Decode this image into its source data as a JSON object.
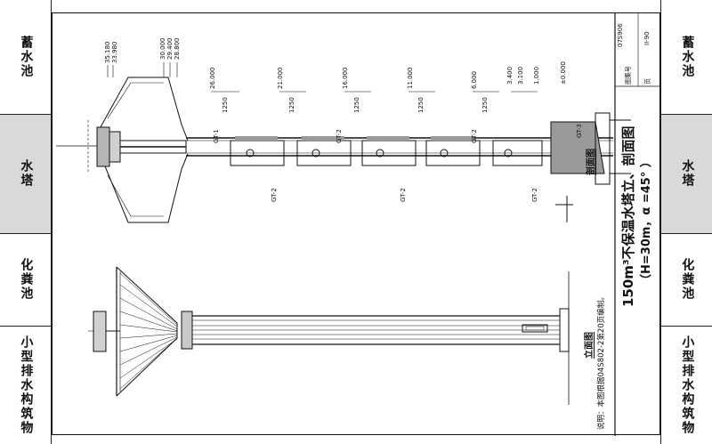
{
  "side_tabs": {
    "left": [
      {
        "label": "蓄水池",
        "active": false
      },
      {
        "label": "水塔",
        "active": true
      },
      {
        "label": "化粪池",
        "active": false
      },
      {
        "label": "小型排水构筑物",
        "active": false
      }
    ],
    "right": [
      {
        "label": "蓄水池",
        "active": false
      },
      {
        "label": "水塔",
        "active": true
      },
      {
        "label": "化粪池",
        "active": false
      },
      {
        "label": "小型排水构筑物",
        "active": false
      }
    ]
  },
  "drawing": {
    "title_line1": "150m³不保温水塔立、剖面图",
    "title_line2": "（H=30m，α =45° ）",
    "section_caption": "剖面图",
    "elevation_caption": "立面图",
    "note": "说明：本图根据04S802-2第20页编制。",
    "title_block": {
      "atlas_label": "图集号",
      "atlas_no": "07S906",
      "page_label": "页",
      "page_no": "II-90"
    },
    "elevations_top": [
      "35.180",
      "33.980",
      "30.000",
      "29.400",
      "28.800"
    ],
    "elevations_mid": [
      "26.000",
      "21.000",
      "16.000",
      "11.000",
      "6.000",
      "3.400",
      "3.100",
      "1.000",
      "±0.000"
    ],
    "spacing_dim": "1250",
    "beam_labels": {
      "upper": [
        "GT-1",
        "GT-2",
        "GT-2"
      ],
      "lower": [
        "GT-2",
        "GT-2",
        "GT-2"
      ],
      "base": "GT-3"
    }
  },
  "colors": {
    "ink": "#111111",
    "tab_active": "#d9d9d9",
    "fill_grey": "#9a9a9a"
  }
}
